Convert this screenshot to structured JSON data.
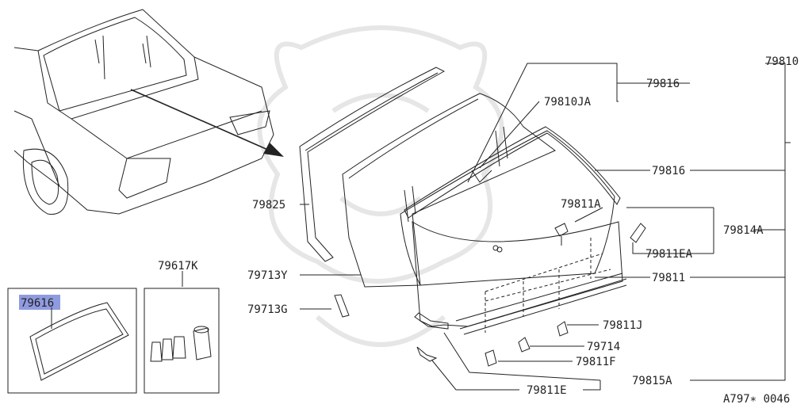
{
  "labels": {
    "p79810": "79810",
    "p79816_top": "79816",
    "p79810ja": "79810JA",
    "p79816_mid": "79816",
    "p79825": "79825",
    "p79811a": "79811A",
    "p79814a": "79814A",
    "p79811ea": "79811EA",
    "p79713y": "79713Y",
    "p79811": "79811",
    "p79713g": "79713G",
    "p79811j": "79811J",
    "p79714": "79714",
    "p79811f": "79811F",
    "p79815a": "79815A",
    "p79811e": "79811E",
    "p79617k": "79617K",
    "p79616": "79616"
  },
  "diagram_code": "A797∗ 0046",
  "colors": {
    "line": "#222222",
    "highlight": "#8f9be0",
    "watermark": "#e6e6e6"
  }
}
